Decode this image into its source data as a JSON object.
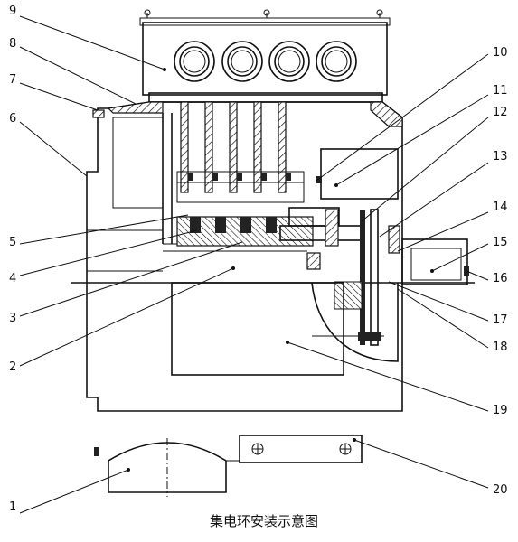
{
  "caption": "集电环安装示意图",
  "callouts": [
    "1",
    "2",
    "3",
    "4",
    "5",
    "6",
    "7",
    "8",
    "9",
    "10",
    "11",
    "12",
    "13",
    "14",
    "15",
    "16",
    "17",
    "18",
    "19",
    "20"
  ]
}
